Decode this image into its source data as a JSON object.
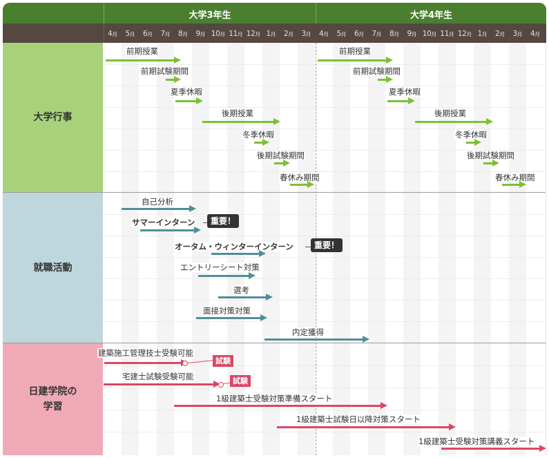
{
  "header": {
    "corner_label": "",
    "years": [
      {
        "label": "大学3年生"
      },
      {
        "label": "大学4年生"
      }
    ],
    "months": [
      "4",
      "5",
      "6",
      "7",
      "8",
      "9",
      "10",
      "11",
      "12",
      "1",
      "2",
      "3",
      "4",
      "5",
      "6",
      "7",
      "8",
      "9",
      "10",
      "11",
      "12",
      "1",
      "2",
      "3",
      "4"
    ],
    "month_suffix": "月"
  },
  "colors": {
    "year_header": "#4a7f30",
    "month_header": "#544841",
    "university_section": "#a8d27a",
    "jobhunt_section": "#bed7dc",
    "study_section": "#f0aab7",
    "university_arrow": "#7cc033",
    "jobhunt_arrow": "#4d8f99",
    "study_arrow": "#dc4666",
    "important_badge": "#333333"
  },
  "sections": [
    {
      "label": "大学行事",
      "events": [
        {
          "label": "前期授業"
        },
        {
          "label": "前期試験期間"
        },
        {
          "label": "夏季休暇"
        },
        {
          "label": "後期授業"
        },
        {
          "label": "冬季休暇"
        },
        {
          "label": "後期試験期間"
        },
        {
          "label": "春休み期間"
        },
        {
          "label": "前期授業"
        },
        {
          "label": "前期試験期間"
        },
        {
          "label": "夏季休暇"
        },
        {
          "label": "後期授業"
        },
        {
          "label": "冬季休暇"
        },
        {
          "label": "後期試験期間"
        },
        {
          "label": "春休み期間"
        }
      ]
    },
    {
      "label": "就職活動",
      "events": [
        {
          "label": "自己分析"
        },
        {
          "label": "サマーインターン",
          "badge": "重要！"
        },
        {
          "label": "オータム・ウィンターインターン",
          "badge": "重要！"
        },
        {
          "label": "エントリーシート対策"
        },
        {
          "label": "選考"
        },
        {
          "label": "面接対策対策"
        },
        {
          "label": "内定獲得"
        }
      ]
    },
    {
      "label_line1": "日建学院の",
      "label_line2": "学習",
      "events": [
        {
          "label": "建築施工管理技士受験可能",
          "badge": "試験"
        },
        {
          "label": "宅建士試験受験可能",
          "badge": "試験"
        },
        {
          "label": "1級建築士受験対策準備スタート"
        },
        {
          "label": "1級建築士試験日以降対策スタート"
        },
        {
          "label": "1級建築士受験対策講義スタート"
        }
      ]
    }
  ]
}
